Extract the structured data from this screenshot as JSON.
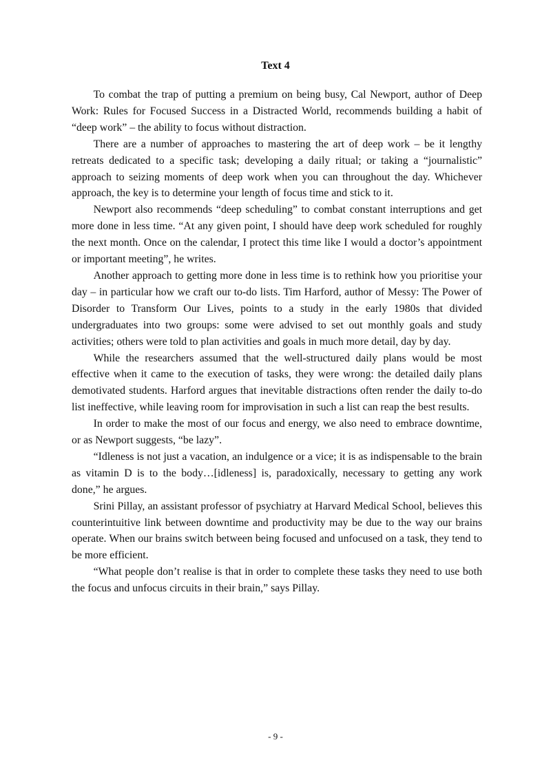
{
  "document": {
    "title": "Text 4",
    "paragraphs": [
      "To combat the trap of putting a premium on being busy, Cal Newport, author of Deep Work: Rules for Focused Success in a Distracted World, recommends building a habit of “deep work” – the ability to focus without distraction.",
      "There are a number of approaches to mastering the art of deep work – be it lengthy retreats dedicated to a specific task; developing a daily ritual; or taking a “journalistic” approach to seizing moments of deep work when you can throughout the day. Whichever approach, the key is to determine your length of focus time and stick to it.",
      "Newport also recommends “deep scheduling” to combat constant interruptions and get more done in less time. “At any given point, I should have deep work scheduled for roughly the next month. Once on the calendar, I protect this time like I would a doctor’s appointment or important meeting”, he writes.",
      "Another approach to getting more done in less time is to rethink how you prioritise your day – in particular how we craft our to-do lists. Tim Harford, author of Messy: The Power of Disorder to Transform Our Lives, points to a study in the early 1980s that divided undergraduates into two groups: some were advised to set out monthly goals and study activities; others were told to plan activities and goals in much more detail, day by day.",
      "While the researchers assumed that the well-structured daily plans would be most effective when it came to the execution of tasks, they were wrong: the detailed daily plans demotivated students. Harford argues that inevitable distractions often render the daily to-do list ineffective, while leaving room for improvisation in such a list can reap the best results.",
      "In order to make the most of our focus and energy, we also need to embrace downtime, or as Newport suggests, “be lazy”.",
      "“Idleness is not just a vacation, an indulgence or a vice; it is as indispensable to the brain as vitamin D is to the body…[idleness] is, paradoxically, necessary to getting any work done,” he argues.",
      "Srini Pillay, an assistant professor of psychiatry at Harvard Medical School, believes this counterintuitive link between downtime and productivity may be due to the way our brains operate. When our brains switch between being focused and unfocused on a task, they tend to be more efficient.",
      "“What people don’t realise is that in order to complete these tasks they need to use both the focus and unfocus circuits in their brain,” says Pillay."
    ],
    "page_number": "- 9 -"
  }
}
